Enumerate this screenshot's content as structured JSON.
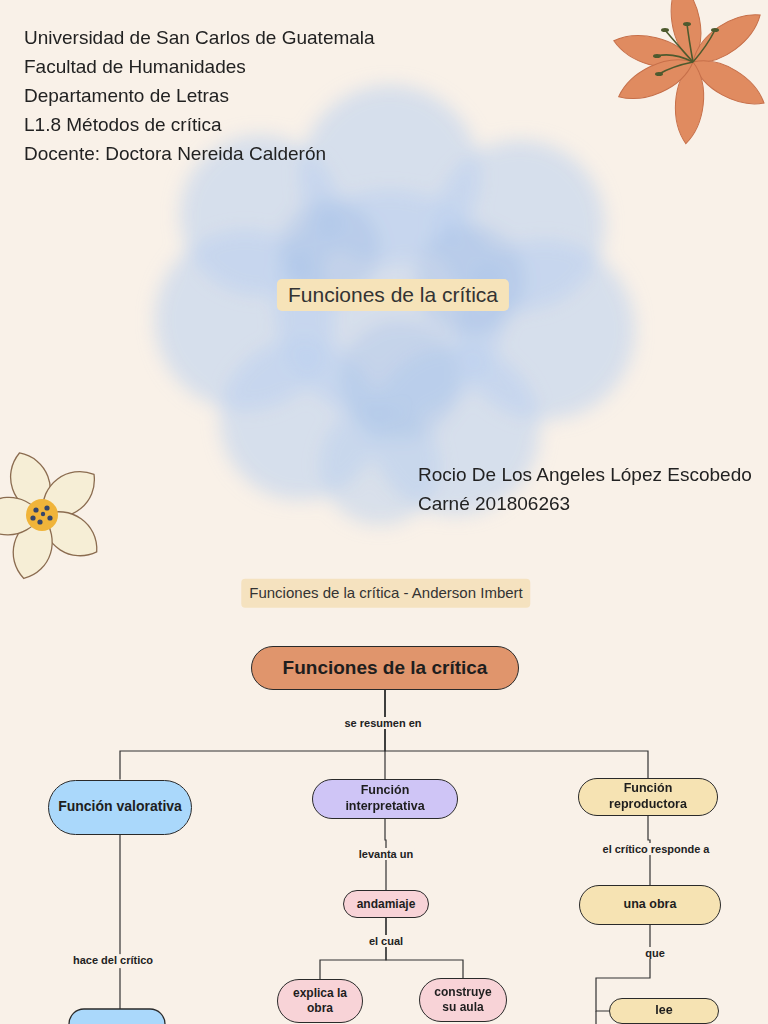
{
  "diagram": {
    "title": "Funciones de la crítica",
    "nodes": [
      {
        "text": [
          "Funciones de la crítica"
        ]
      },
      {
        "text": [
          "Función valorativa"
        ]
      },
      {
        "text": [
          "Función interpretativa"
        ]
      },
      {
        "text": [
          "Función reproductora"
        ]
      },
      {
        "text": [
          "andamiaje"
        ]
      },
      {
        "text": [
          "una obra"
        ]
      },
      {
        "text": [
          "explica la obra"
        ]
      },
      {
        "text": [
          "construye su aula"
        ]
      },
      {
        "text": [
          "lee"
        ]
      }
    ],
    "edges": [
      {
        "from": 0,
        "to": 1,
        "arrow": "none"
      },
      {
        "from": 0,
        "to": 2,
        "label": "se resumen en",
        "arrow": "none"
      },
      {
        "from": 0,
        "to": 3,
        "arrow": "none"
      },
      {
        "from": 2,
        "to": 4,
        "label": "levanta un",
        "arrow": "none"
      },
      {
        "from": 4,
        "to": 6,
        "label": "el cual",
        "arrow": "none"
      },
      {
        "from": 4,
        "to": 7,
        "arrow": "none"
      },
      {
        "from": 3,
        "to": 5,
        "label": "el crítico responde a",
        "arrow": "none"
      },
      {
        "from": 5,
        "to": 8,
        "label": "que",
        "arrow": "none"
      }
    ],
    "labels": [
      "Universidad de San Carlos de Guatemala",
      "Facultad de Humanidades",
      "Departamento de Letras",
      "L1.8 Métodos de crítica",
      "Docente: Doctora Nereida Calderón",
      "Rocio De Los Angeles López Escobedo",
      "Carné 201806263",
      "Funciones de la crítica - Anderson Imbert",
      "hace del crítico"
    ]
  }
}
